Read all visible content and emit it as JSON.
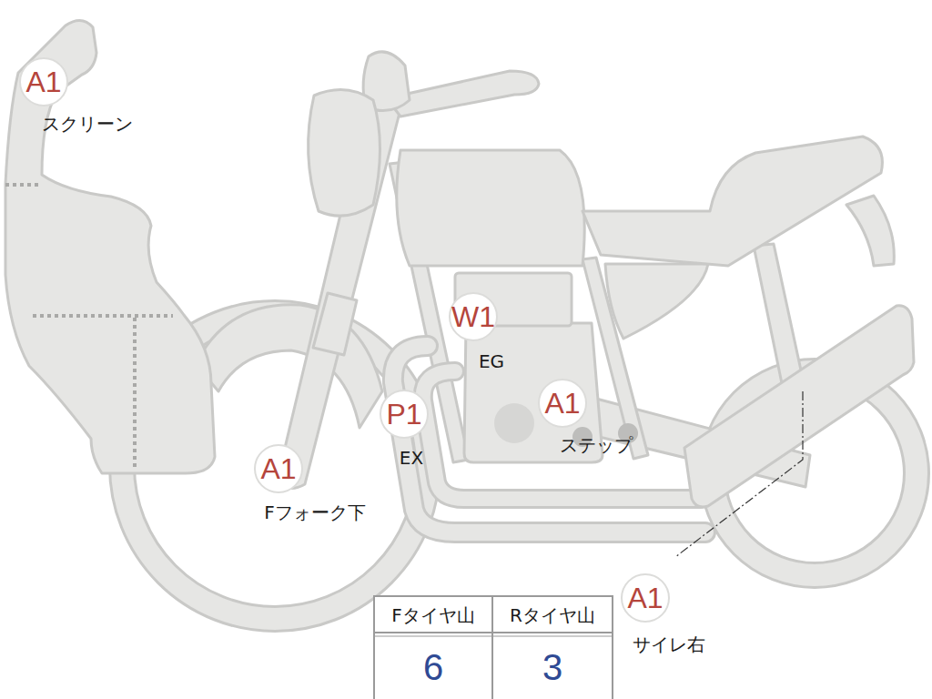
{
  "diagram": {
    "nodes": [
      {
        "text": [
          "A1",
          "スクリーン"
        ]
      },
      {
        "text": [
          "W1",
          "EG"
        ]
      },
      {
        "text": [
          "A1",
          "ステップ"
        ]
      },
      {
        "text": [
          "P1",
          "EX"
        ]
      },
      {
        "text": [
          "A1",
          "Fフォーク下"
        ]
      },
      {
        "text": [
          "A1",
          "サイレ右"
        ]
      }
    ],
    "labels": [
      "Fタイヤ山",
      "Rタイヤ山",
      "6",
      "3"
    ]
  }
}
